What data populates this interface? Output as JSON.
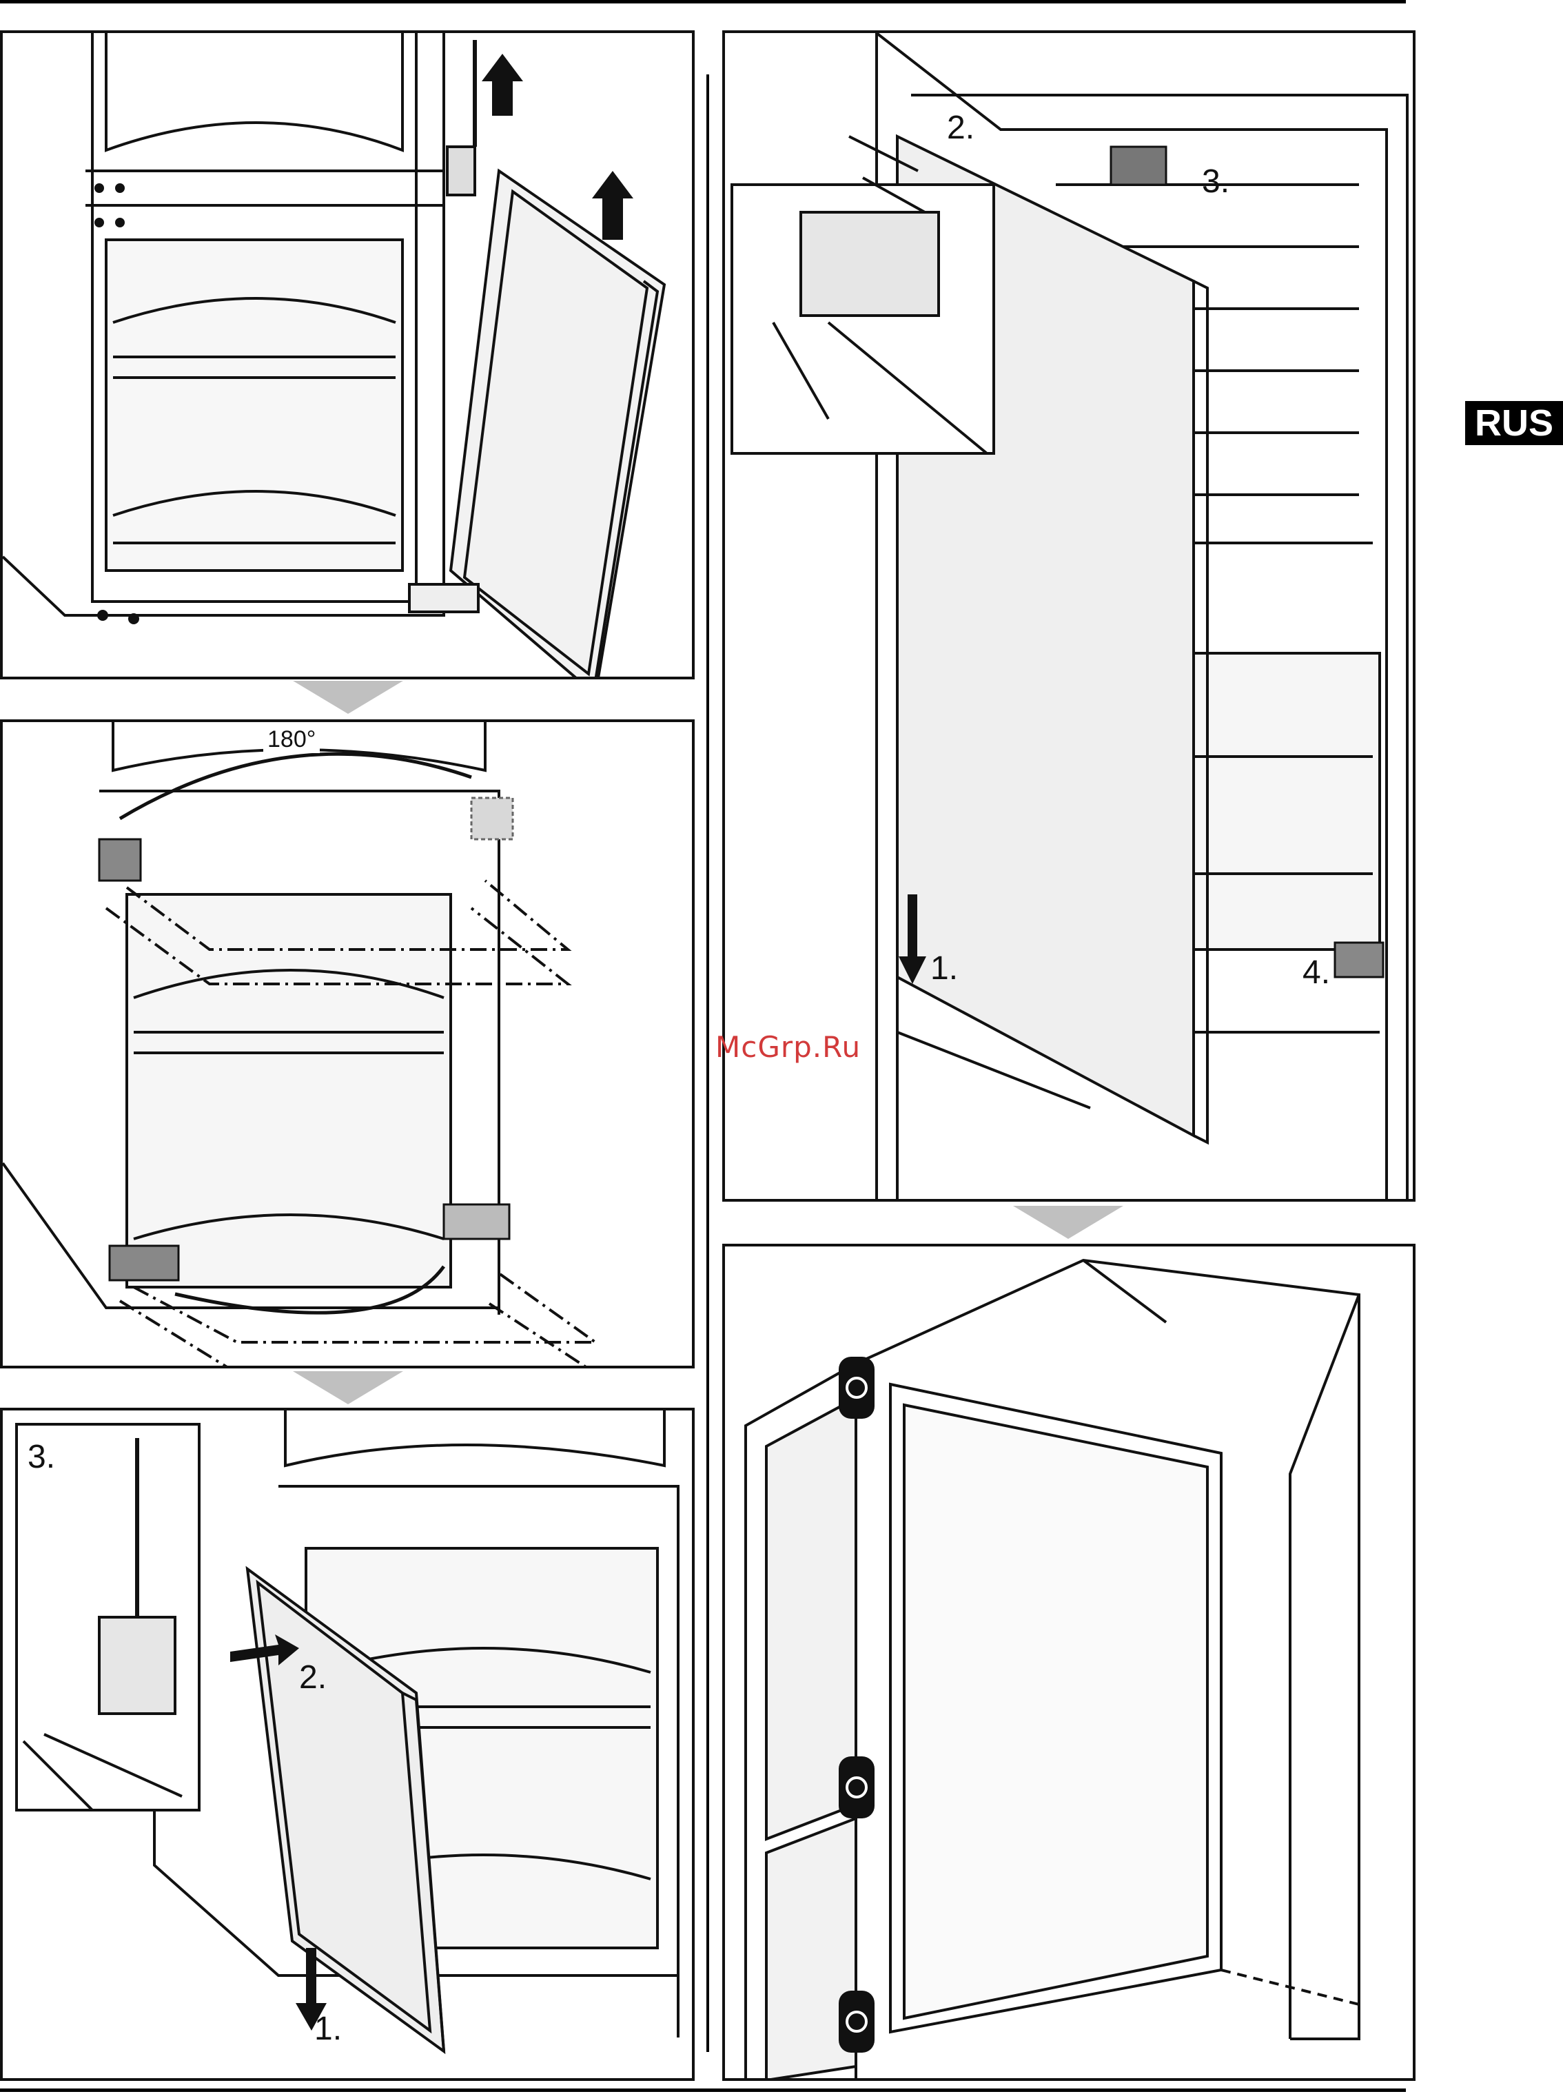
{
  "language_badge": "RUS",
  "watermark": "McGrp.Ru",
  "panels": {
    "remove_door": {
      "description_icons": [
        "up-arrow-icon",
        "up-arrow-icon"
      ]
    },
    "move_hinges": {
      "angle_label": "180°"
    },
    "mount_lower_door": {
      "steps": [
        "3.",
        "2.",
        "1."
      ]
    },
    "mount_upper_door": {
      "steps": [
        "2.",
        "3.",
        "1.",
        "4."
      ]
    },
    "assembled_view": {}
  },
  "colors": {
    "line": "#111111",
    "fill_light": "#f2f2f2",
    "fill_grey": "#bdbdbd",
    "transition_arrow": "#c0c0c0"
  }
}
